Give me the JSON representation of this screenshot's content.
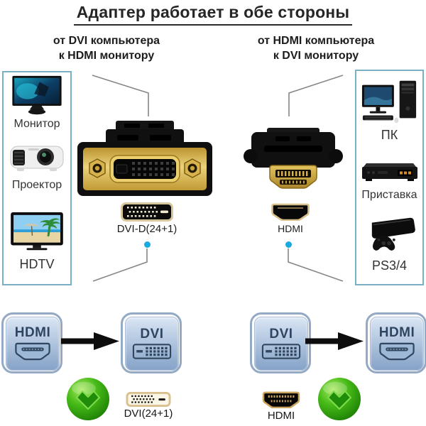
{
  "title": "Адаптер работает в обе стороны",
  "directions": {
    "left": {
      "line1": "от DVI компьютера",
      "line2": "к HDMI монитору"
    },
    "right": {
      "line1": "от HDMI компьютера",
      "line2": "к DVI монитору"
    }
  },
  "left_panel": {
    "items": [
      {
        "label": "Монитор"
      },
      {
        "label": "Проектор"
      },
      {
        "label": "HDTV"
      }
    ]
  },
  "right_panel": {
    "items": [
      {
        "label": "ПК"
      },
      {
        "label": "Приставка"
      },
      {
        "label": "PS3/4"
      }
    ]
  },
  "adapters": {
    "dvi_side_label": "DVI-D(24+1)",
    "hdmi_side_label": "HDMI"
  },
  "flows": {
    "left": {
      "from": "HDMI",
      "to": "DVI",
      "result": "DVI(24+1)"
    },
    "right": {
      "from": "DVI",
      "to": "HDMI",
      "result": "HDMI"
    }
  },
  "icons": {
    "monitor": "monitor-image",
    "projector": "projector-image",
    "hdtv": "hdtv-image",
    "pc": "pc-image",
    "settop": "settop-box-image",
    "ps": "playstation-image",
    "dvi_adapter": "dvi-adapter-photo",
    "hdmi_adapter": "hdmi-adapter-photo",
    "check": "check-icon",
    "arrow": "arrow-right-icon",
    "dot": "blue-dot"
  },
  "colors": {
    "accent_dot": "#1ba9e1",
    "panel_border": "#7ab0c6",
    "flow_text": "#2e4562",
    "check_green": "#2f9e0d",
    "connector_gold": "#d4af4e"
  }
}
